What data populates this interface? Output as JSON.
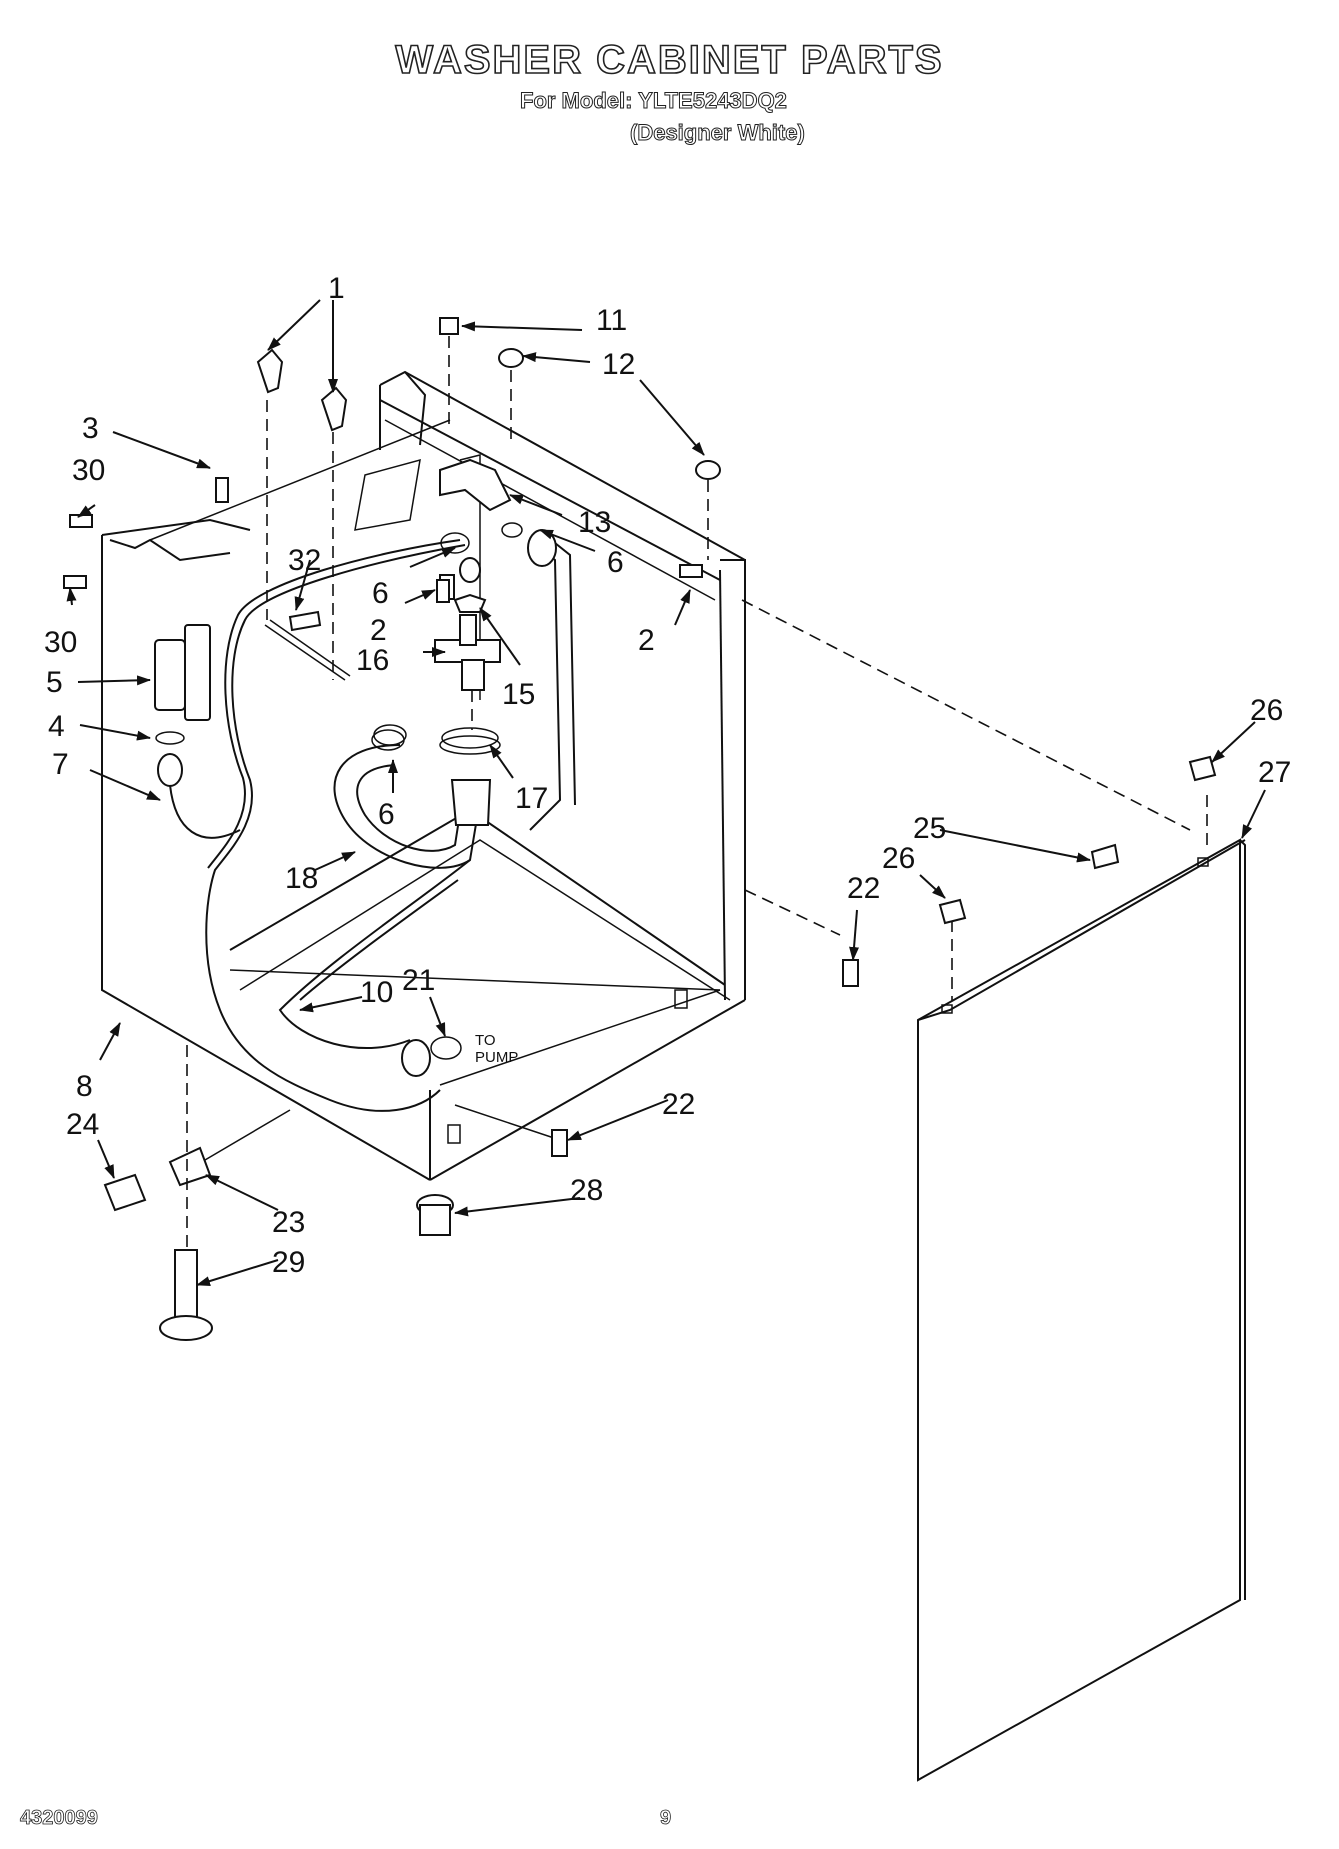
{
  "header": {
    "title": "WASHER CABINET PARTS",
    "model_line": "For Model: YLTE5243DQ2",
    "color_line": "(Designer White)"
  },
  "footer": {
    "doc_number": "4320099",
    "page_number": "9"
  },
  "annotations": {
    "to_pump_1": "TO",
    "to_pump_2": "PUMP"
  },
  "callouts": [
    "1",
    "11",
    "12",
    "3",
    "30",
    "30",
    "32",
    "6",
    "2",
    "16",
    "13",
    "6",
    "2",
    "15",
    "5",
    "4",
    "7",
    "6",
    "17",
    "18",
    "10",
    "21",
    "8",
    "24",
    "23",
    "29",
    "22",
    "28",
    "22",
    "25",
    "26",
    "26",
    "27"
  ]
}
